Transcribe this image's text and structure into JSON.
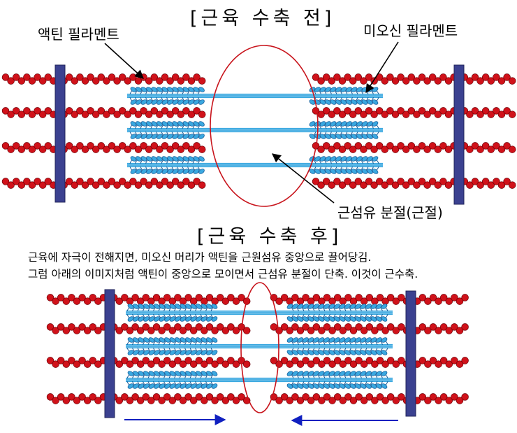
{
  "titles": {
    "before": "[근육 수축 전]",
    "after": "[근육 수축 후]"
  },
  "labels": {
    "actin": "액틴 필라멘트",
    "myosin": "미오신 필라멘트",
    "sarcomere": "근섬유 분절(근절)"
  },
  "description": {
    "line1": "근육에 자극이 전해지면, 미오신 머리가 액틴을 근원섬유 중앙으로 끌어당김.",
    "line2": "그럼 아래의 이미지처럼 액틴이 중앙으로 모이면서 근섬유 분절이 단축. 이것이 근수축."
  },
  "colors": {
    "actin": "#d0121a",
    "actin_outline": "#6e0008",
    "myosin": "#3aa8e0",
    "myosin_outline": "#1a5f9a",
    "z_line": "#3b4190",
    "ellipse": "#c8141c",
    "arrow_blue": "#1020c0",
    "arrow_black": "#000000"
  }
}
